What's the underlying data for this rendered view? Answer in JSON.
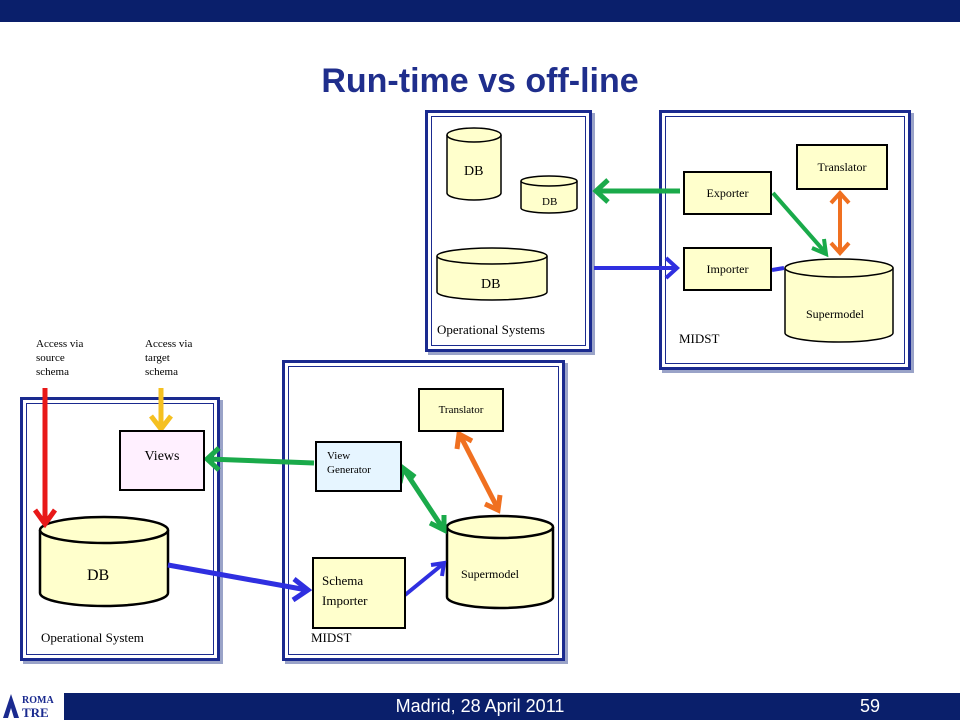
{
  "slide": {
    "title": "Run-time vs off-line",
    "footer": "Madrid, 28 April 2011",
    "page_number": "59",
    "logo": "ROMA TRE"
  },
  "top_operational": {
    "label": "Operational Systems",
    "db1": "DB",
    "db2": "DB",
    "db3": "DB"
  },
  "top_midst": {
    "label": "MIDST",
    "exporter": "Exporter",
    "importer": "Importer",
    "translator": "Translator",
    "supermodel": "Supermodel"
  },
  "bottom_operational": {
    "label": "Operational System",
    "views": "Views",
    "db": "DB"
  },
  "bottom_midst": {
    "label": "MIDST",
    "translator": "Translator",
    "view_generator_1": "View",
    "view_generator_2": "Generator",
    "schema_importer_1": "Schema",
    "schema_importer_2": "Importer",
    "supermodel": "Supermodel"
  },
  "notes": {
    "source_1": "Access via",
    "source_2": "source",
    "source_3": "schema",
    "target_1": "Access via",
    "target_2": "target",
    "target_3": "schema"
  },
  "colors": {
    "panel_border": "#1a2a8f",
    "cylinder_fill": "#ffffcc",
    "view_fill": "#fff0ff",
    "viewgen_fill": "#e6f5ff",
    "blue_arrow": "#2f2fe0",
    "green_arrow": "#1aaa4a",
    "orange_arrow": "#f07020",
    "red_arrow": "#e81818",
    "yellow_arrow": "#f5c020"
  }
}
